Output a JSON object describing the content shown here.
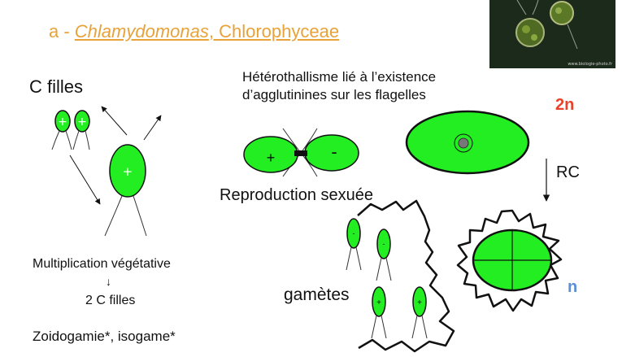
{
  "title": {
    "prefix": "a - ",
    "genus": "Chlamydomonas",
    "suffix": ", Chlorophyceae"
  },
  "labels": {
    "c_filles": "C filles",
    "heterothallism_line1": "Hétérothallisme lié à l’existence",
    "heterothallism_line2": "d’agglutinines sur les flagelles",
    "two_n": "2n",
    "rc": "RC",
    "reproduction": "Reproduction sexuée",
    "multiplication": "Multiplication végétative",
    "multiplication_arrow": "↓",
    "two_c_filles": "2 C filles",
    "gametes": "gamètes",
    "n": "n",
    "zoidogamie": "Zoidogamie*, isogame*"
  },
  "cell_signs": {
    "plus": "+",
    "minus": "-"
  },
  "photo": {
    "credit": "www.biologie-photo.fr"
  },
  "colors": {
    "cell_green": "#22ee22",
    "title_orange": "#e8a23a",
    "two_n_red": "#e8432a",
    "n_blue": "#5b8fd6"
  }
}
